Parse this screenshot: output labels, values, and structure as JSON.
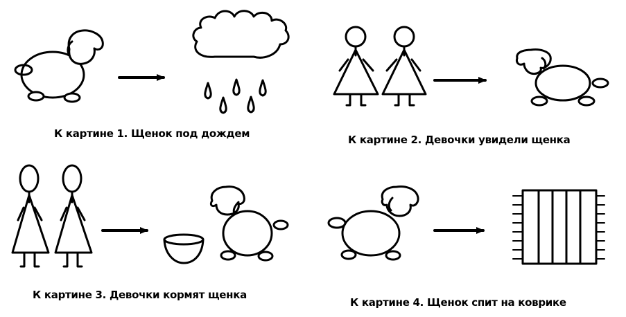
{
  "panels": [
    {
      "caption": "К картине 1. Щенок под дождем"
    },
    {
      "caption": "К картине 2. Девочки увидели щенка"
    },
    {
      "caption": "К картине 3. Девочки кормят щенка"
    },
    {
      "caption": "К картине 4. Щенок спит на коврике"
    }
  ],
  "colors": {
    "ink": "#000000",
    "background": "#ffffff"
  },
  "icons": [
    "puppy-icon",
    "arrow-icon",
    "rain-cloud-icon",
    "raindrop-icon",
    "girl-icon",
    "bowl-icon",
    "rug-icon"
  ]
}
